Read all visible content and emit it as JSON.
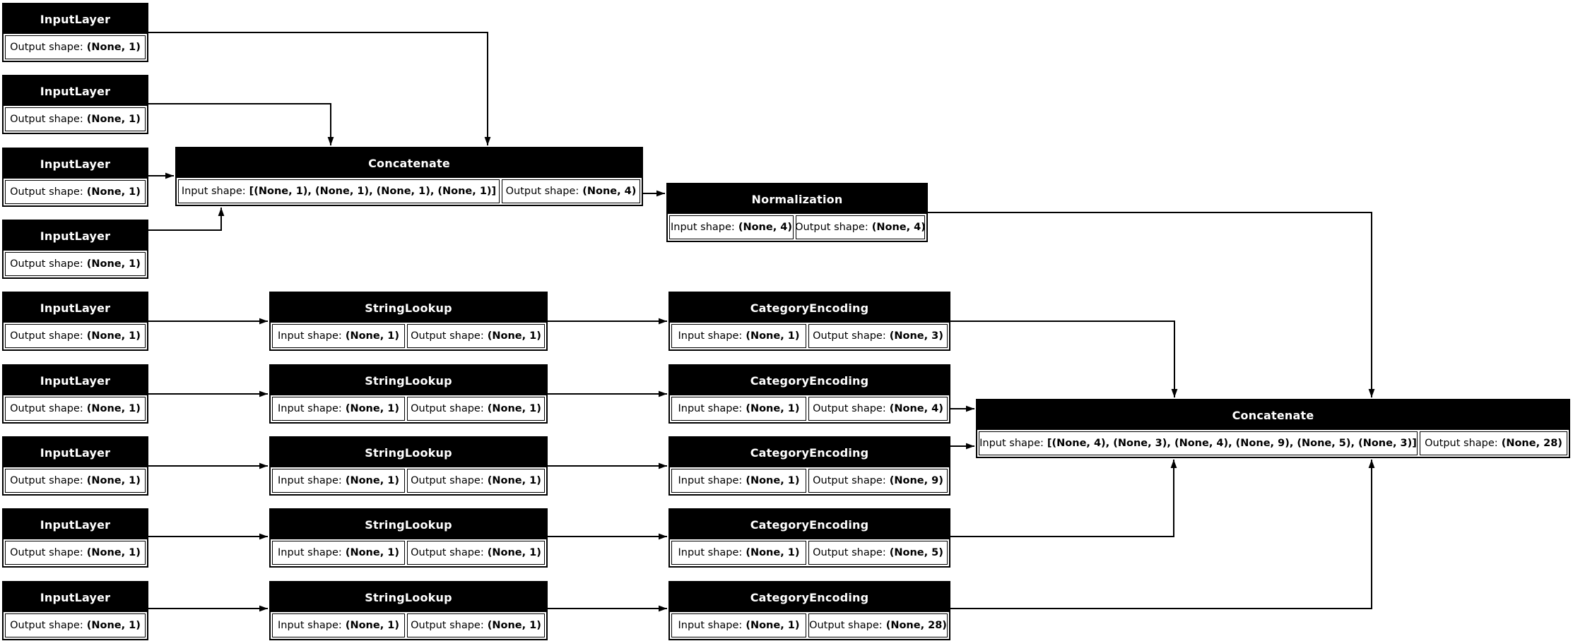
{
  "diagram": {
    "kind": "keras-model-architecture",
    "background_color": "#ffffff",
    "node_border_color": "#000000",
    "header_bg_color": "#000000",
    "header_text_color": "#ffffff",
    "body_text_color": "#000000"
  },
  "nodes": [
    {
      "id": "input_1",
      "title": "InputLayer",
      "cells": [
        {
          "label": "Output shape:",
          "value": "(None, 1)"
        }
      ]
    },
    {
      "id": "input_2",
      "title": "InputLayer",
      "cells": [
        {
          "label": "Output shape:",
          "value": "(None, 1)"
        }
      ]
    },
    {
      "id": "input_3",
      "title": "InputLayer",
      "cells": [
        {
          "label": "Output shape:",
          "value": "(None, 1)"
        }
      ]
    },
    {
      "id": "input_4",
      "title": "InputLayer",
      "cells": [
        {
          "label": "Output shape:",
          "value": "(None, 1)"
        }
      ]
    },
    {
      "id": "input_5",
      "title": "InputLayer",
      "cells": [
        {
          "label": "Output shape:",
          "value": "(None, 1)"
        }
      ]
    },
    {
      "id": "input_6",
      "title": "InputLayer",
      "cells": [
        {
          "label": "Output shape:",
          "value": "(None, 1)"
        }
      ]
    },
    {
      "id": "input_7",
      "title": "InputLayer",
      "cells": [
        {
          "label": "Output shape:",
          "value": "(None, 1)"
        }
      ]
    },
    {
      "id": "input_8",
      "title": "InputLayer",
      "cells": [
        {
          "label": "Output shape:",
          "value": "(None, 1)"
        }
      ]
    },
    {
      "id": "input_9",
      "title": "InputLayer",
      "cells": [
        {
          "label": "Output shape:",
          "value": "(None, 1)"
        }
      ]
    },
    {
      "id": "concatenate_1",
      "title": "Concatenate",
      "cells": [
        {
          "label": "Input shape:",
          "value": "[(None, 1), (None, 1), (None, 1), (None, 1)]"
        },
        {
          "label": "Output shape:",
          "value": "(None, 4)"
        }
      ]
    },
    {
      "id": "normalization",
      "title": "Normalization",
      "cells": [
        {
          "label": "Input shape:",
          "value": "(None, 4)"
        },
        {
          "label": "Output shape:",
          "value": "(None, 4)"
        }
      ]
    },
    {
      "id": "stringlookup_1",
      "title": "StringLookup",
      "cells": [
        {
          "label": "Input shape:",
          "value": "(None, 1)"
        },
        {
          "label": "Output shape:",
          "value": "(None, 1)"
        }
      ]
    },
    {
      "id": "stringlookup_2",
      "title": "StringLookup",
      "cells": [
        {
          "label": "Input shape:",
          "value": "(None, 1)"
        },
        {
          "label": "Output shape:",
          "value": "(None, 1)"
        }
      ]
    },
    {
      "id": "stringlookup_3",
      "title": "StringLookup",
      "cells": [
        {
          "label": "Input shape:",
          "value": "(None, 1)"
        },
        {
          "label": "Output shape:",
          "value": "(None, 1)"
        }
      ]
    },
    {
      "id": "stringlookup_4",
      "title": "StringLookup",
      "cells": [
        {
          "label": "Input shape:",
          "value": "(None, 1)"
        },
        {
          "label": "Output shape:",
          "value": "(None, 1)"
        }
      ]
    },
    {
      "id": "stringlookup_5",
      "title": "StringLookup",
      "cells": [
        {
          "label": "Input shape:",
          "value": "(None, 1)"
        },
        {
          "label": "Output shape:",
          "value": "(None, 1)"
        }
      ]
    },
    {
      "id": "categoryencoding_1",
      "title": "CategoryEncoding",
      "cells": [
        {
          "label": "Input shape:",
          "value": "(None, 1)"
        },
        {
          "label": "Output shape:",
          "value": "(None, 3)"
        }
      ]
    },
    {
      "id": "categoryencoding_2",
      "title": "CategoryEncoding",
      "cells": [
        {
          "label": "Input shape:",
          "value": "(None, 1)"
        },
        {
          "label": "Output shape:",
          "value": "(None, 4)"
        }
      ]
    },
    {
      "id": "categoryencoding_3",
      "title": "CategoryEncoding",
      "cells": [
        {
          "label": "Input shape:",
          "value": "(None, 1)"
        },
        {
          "label": "Output shape:",
          "value": "(None, 9)"
        }
      ]
    },
    {
      "id": "categoryencoding_4",
      "title": "CategoryEncoding",
      "cells": [
        {
          "label": "Input shape:",
          "value": "(None, 1)"
        },
        {
          "label": "Output shape:",
          "value": "(None, 5)"
        }
      ]
    },
    {
      "id": "categoryencoding_5",
      "title": "CategoryEncoding",
      "cells": [
        {
          "label": "Input shape:",
          "value": "(None, 1)"
        },
        {
          "label": "Output shape:",
          "value": "(None, 28)"
        }
      ]
    },
    {
      "id": "concatenate_2",
      "title": "Concatenate",
      "cells": [
        {
          "label": "Input shape:",
          "value": "[(None, 4), (None, 3), (None, 4), (None, 9), (None, 5), (None, 3)]"
        },
        {
          "label": "Output shape:",
          "value": "(None, 28)"
        }
      ]
    }
  ],
  "edges": [
    {
      "from": "input_1",
      "to": "concatenate_1"
    },
    {
      "from": "input_2",
      "to": "concatenate_1"
    },
    {
      "from": "input_3",
      "to": "concatenate_1"
    },
    {
      "from": "input_4",
      "to": "concatenate_1"
    },
    {
      "from": "concatenate_1",
      "to": "normalization"
    },
    {
      "from": "normalization",
      "to": "concatenate_2"
    },
    {
      "from": "input_5",
      "to": "stringlookup_1"
    },
    {
      "from": "stringlookup_1",
      "to": "categoryencoding_1"
    },
    {
      "from": "categoryencoding_1",
      "to": "concatenate_2"
    },
    {
      "from": "input_6",
      "to": "stringlookup_2"
    },
    {
      "from": "stringlookup_2",
      "to": "categoryencoding_2"
    },
    {
      "from": "categoryencoding_2",
      "to": "concatenate_2"
    },
    {
      "from": "input_7",
      "to": "stringlookup_3"
    },
    {
      "from": "stringlookup_3",
      "to": "categoryencoding_3"
    },
    {
      "from": "categoryencoding_3",
      "to": "concatenate_2"
    },
    {
      "from": "input_8",
      "to": "stringlookup_4"
    },
    {
      "from": "stringlookup_4",
      "to": "categoryencoding_4"
    },
    {
      "from": "categoryencoding_4",
      "to": "concatenate_2"
    },
    {
      "from": "input_9",
      "to": "stringlookup_5"
    },
    {
      "from": "stringlookup_5",
      "to": "categoryencoding_5"
    },
    {
      "from": "categoryencoding_5",
      "to": "concatenate_2"
    }
  ]
}
